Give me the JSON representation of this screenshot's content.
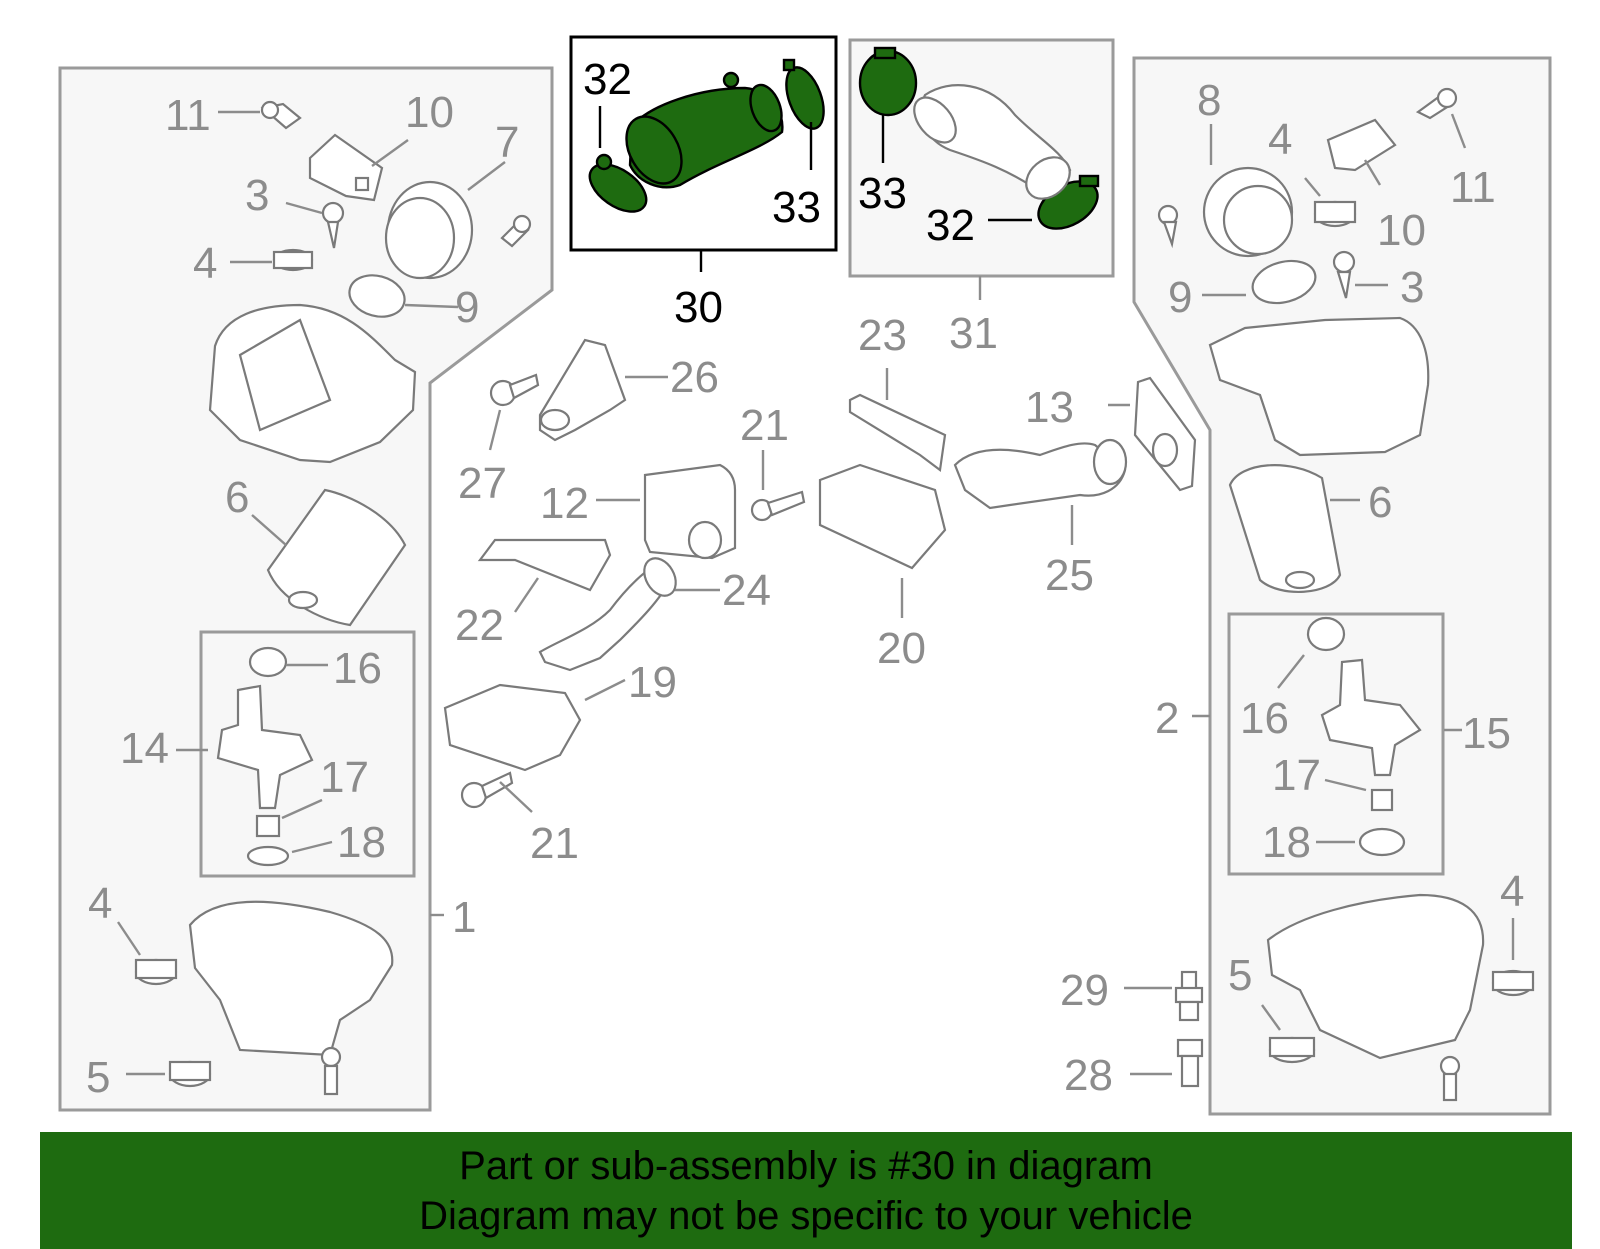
{
  "colors": {
    "highlight": "#1e6b10",
    "banner": "#1e6b10",
    "line_gray": "#8c8c8c",
    "panel_bg": "#f7f7f7"
  },
  "callouts": {
    "c1": "1",
    "c2": "2",
    "c3_left": "3",
    "c3_right": "3",
    "c4_left_top": "4",
    "c4_left_bottom": "4",
    "c4_right_top": "4",
    "c4_right_bottom": "4",
    "c5_left": "5",
    "c5_right": "5",
    "c6_left": "6",
    "c6_right": "6",
    "c7": "7",
    "c8": "8",
    "c9_left": "9",
    "c9_right": "9",
    "c10_left": "10",
    "c10_right": "10",
    "c11_left": "11",
    "c11_right": "11",
    "c12": "12",
    "c13": "13",
    "c14": "14",
    "c15": "15",
    "c16_left": "16",
    "c16_right": "16",
    "c17_left": "17",
    "c17_right": "17",
    "c18_left": "18",
    "c18_right": "18",
    "c19": "19",
    "c20": "20",
    "c21_top": "21",
    "c21_bottom": "21",
    "c22": "22",
    "c23": "23",
    "c24": "24",
    "c25": "25",
    "c26": "26",
    "c27": "27",
    "c28": "28",
    "c29": "29",
    "c30": "30",
    "c31": "31",
    "c32_hl": "32",
    "c32_other": "32",
    "c33_hl": "33",
    "c33_other": "33"
  },
  "banner": {
    "line1": "Part or sub-assembly is #30 in diagram",
    "line2": "Diagram may not be specific to your vehicle"
  }
}
